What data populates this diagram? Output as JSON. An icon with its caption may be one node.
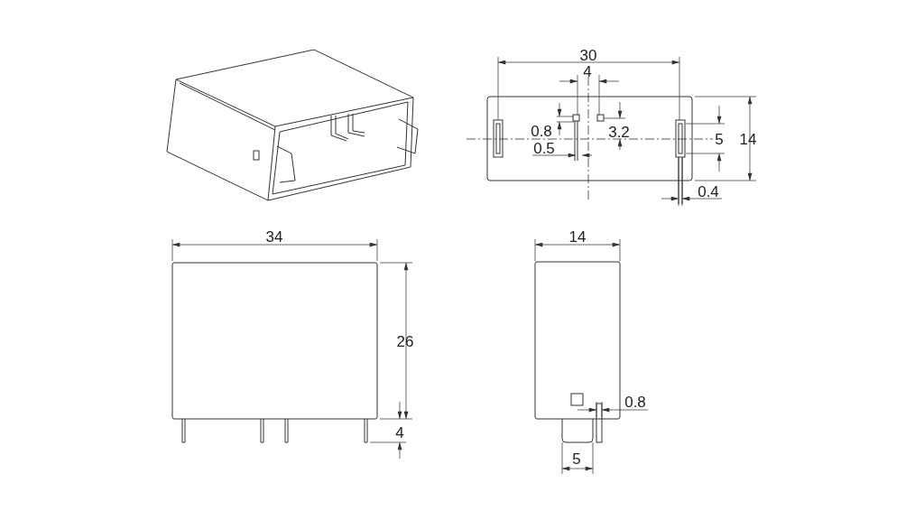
{
  "diagram": {
    "labels": [
      "30",
      "4",
      "0.8",
      "3.2",
      "5",
      "14",
      "0.5",
      "0.4",
      "34",
      "14",
      "26",
      "0.8",
      "4",
      "5"
    ]
  }
}
